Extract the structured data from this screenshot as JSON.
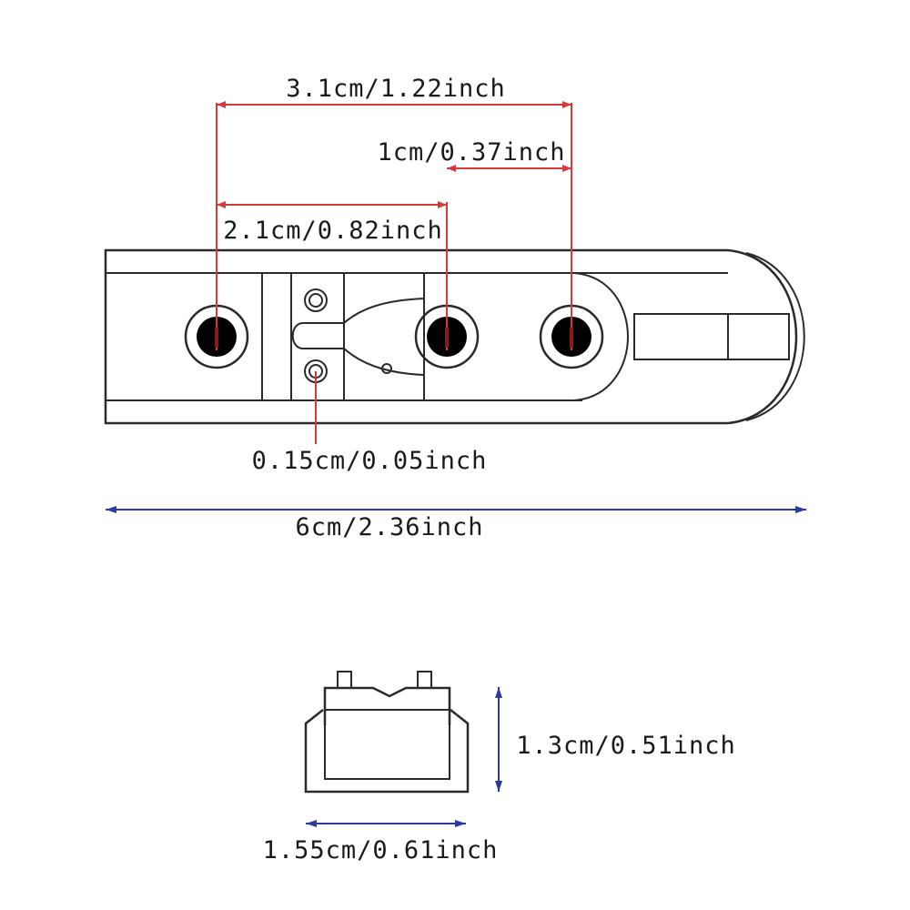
{
  "colors": {
    "outline": "#2a2a2a",
    "red_dimension": "#d63a3a",
    "blue_dimension": "#2b3a9e",
    "hole_fill": "#000000",
    "hole_center": "#8b1a1a"
  },
  "dimensions": {
    "total_hole_span": "3.1cm/1.22inch",
    "middle_to_right": "1cm/0.37inch",
    "left_to_middle": "2.1cm/0.82inch",
    "small_hole": "0.15cm/0.05inch",
    "overall_length": "6cm/2.36inch",
    "height": "1.3cm/0.51inch",
    "width": "1.55cm/0.61inch"
  }
}
